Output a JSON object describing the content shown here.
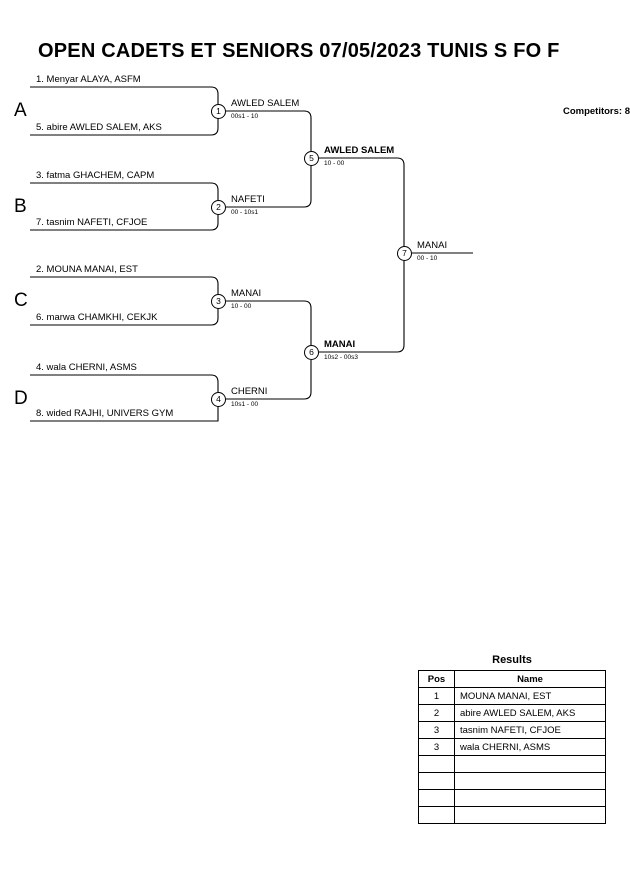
{
  "header": {
    "title": "OPEN CADETS ET SENIORS  07/05/2023  TUNIS   S FO F",
    "competitors": "Competitors: 8"
  },
  "bracket": {
    "groups": [
      {
        "letter": "A"
      },
      {
        "letter": "B"
      },
      {
        "letter": "C"
      },
      {
        "letter": "D"
      }
    ],
    "seeds": [
      {
        "label": "1. Menyar ALAYA, ASFM"
      },
      {
        "label": "5. abire AWLED SALEM, AKS"
      },
      {
        "label": "3. fatma GHACHEM, CAPM"
      },
      {
        "label": "7. tasnim NAFETI, CFJOE"
      },
      {
        "label": "2. MOUNA MANAI, EST"
      },
      {
        "label": "6. marwa CHAMKHI, CEKJK"
      },
      {
        "label": "4. wala CHERNI, ASMS"
      },
      {
        "label": "8. wided RAJHI, UNIVERS GYM"
      }
    ],
    "matches": [
      {
        "number": "1",
        "winner": "AWLED SALEM",
        "score": "00s1 - 10"
      },
      {
        "number": "2",
        "winner": "NAFETI",
        "score": "00 - 10s1"
      },
      {
        "number": "3",
        "winner": "MANAI",
        "score": "10 - 00"
      },
      {
        "number": "4",
        "winner": "CHERNI",
        "score": "10s1 - 00"
      },
      {
        "number": "5",
        "winner": "AWLED SALEM",
        "score": "10 - 00"
      },
      {
        "number": "6",
        "winner": "MANAI",
        "score": "10s2 - 00s3"
      },
      {
        "number": "7",
        "winner": "MANAI",
        "score": "00 - 10"
      }
    ]
  },
  "results": {
    "title": "Results",
    "columns": {
      "pos": "Pos",
      "name": "Name"
    },
    "rows": [
      {
        "pos": "1",
        "name": "MOUNA MANAI, EST"
      },
      {
        "pos": "2",
        "name": "abire AWLED SALEM, AKS"
      },
      {
        "pos": "3",
        "name": "tasnim NAFETI, CFJOE"
      },
      {
        "pos": "3",
        "name": "wala CHERNI, ASMS"
      },
      {
        "pos": "",
        "name": ""
      },
      {
        "pos": "",
        "name": ""
      },
      {
        "pos": "",
        "name": ""
      },
      {
        "pos": "",
        "name": ""
      }
    ]
  }
}
